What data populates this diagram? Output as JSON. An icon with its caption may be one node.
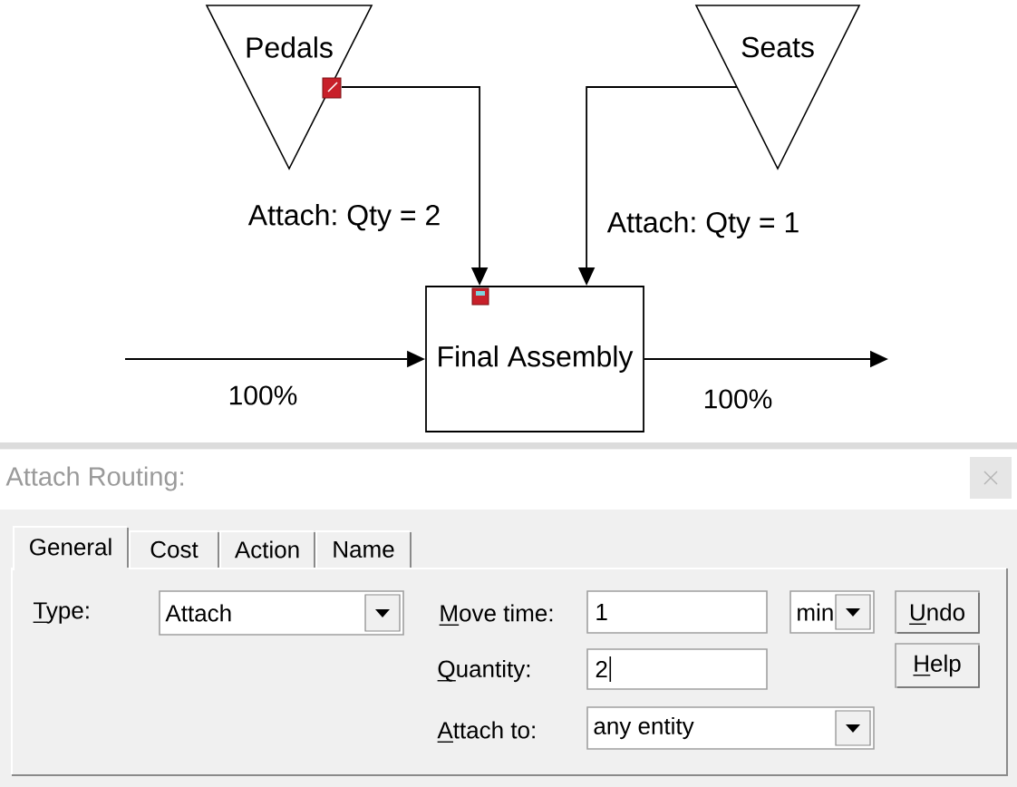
{
  "diagram": {
    "nodes": [
      {
        "text": [
          "Pedals"
        ]
      },
      {
        "text": [
          "Seats"
        ]
      },
      {
        "text": [
          "Final Assembly"
        ]
      }
    ],
    "edges": [
      {
        "from": 0,
        "to": 2,
        "arrow": "to",
        "label": "Attach: Qty = 2"
      },
      {
        "from": 1,
        "to": 2,
        "arrow": "to",
        "label": "Attach: Qty = 1"
      },
      {
        "from": null,
        "to": 2,
        "arrow": "to",
        "label": "100%"
      },
      {
        "from": 2,
        "to": null,
        "arrow": "to",
        "label": "100%"
      }
    ],
    "labels": [
      "Attach Routing:",
      "General",
      "Cost",
      "Action",
      "Name",
      "Type:",
      "Attach",
      "Move time:",
      "1",
      "min",
      "Undo",
      "Quantity:",
      "2",
      "Help",
      "Attach to:",
      "any entity"
    ]
  }
}
